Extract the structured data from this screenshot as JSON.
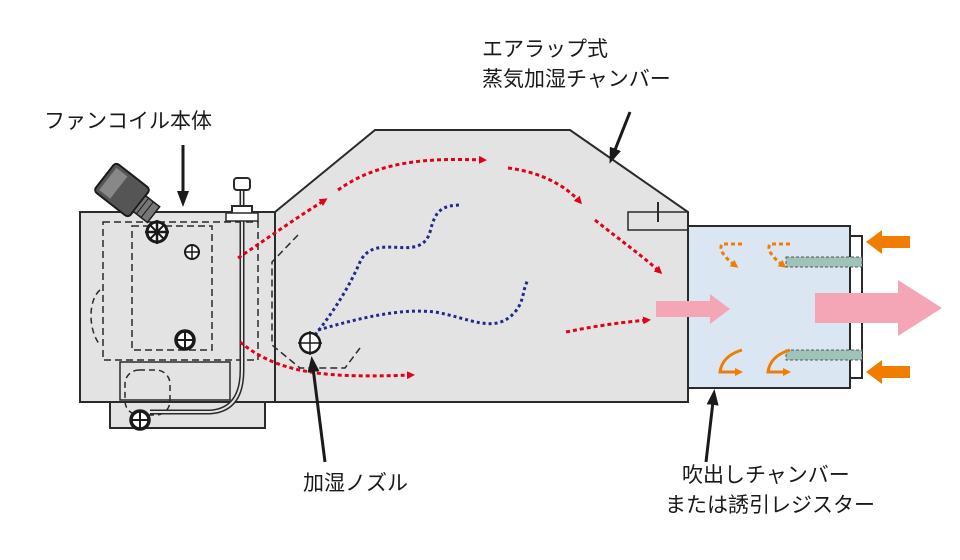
{
  "labels": {
    "chamber_line1": "エアラップ式",
    "chamber_line2": "蒸気加湿チャンバー",
    "fan_coil": "ファンコイル本体",
    "nozzle": "加湿ノズル",
    "outlet_line1": "吹出しチャンバー",
    "outlet_line2": "または誘引レジスター"
  },
  "colors": {
    "body_fill": "#e3e3e3",
    "outlet_fill": "#dbe6f3",
    "outline": "#2a2a2a",
    "steam_air": "#e2001a",
    "vapor": "#1f2a8c",
    "induced_air": "#f07d00",
    "supply_air": "#f4a6b7"
  }
}
